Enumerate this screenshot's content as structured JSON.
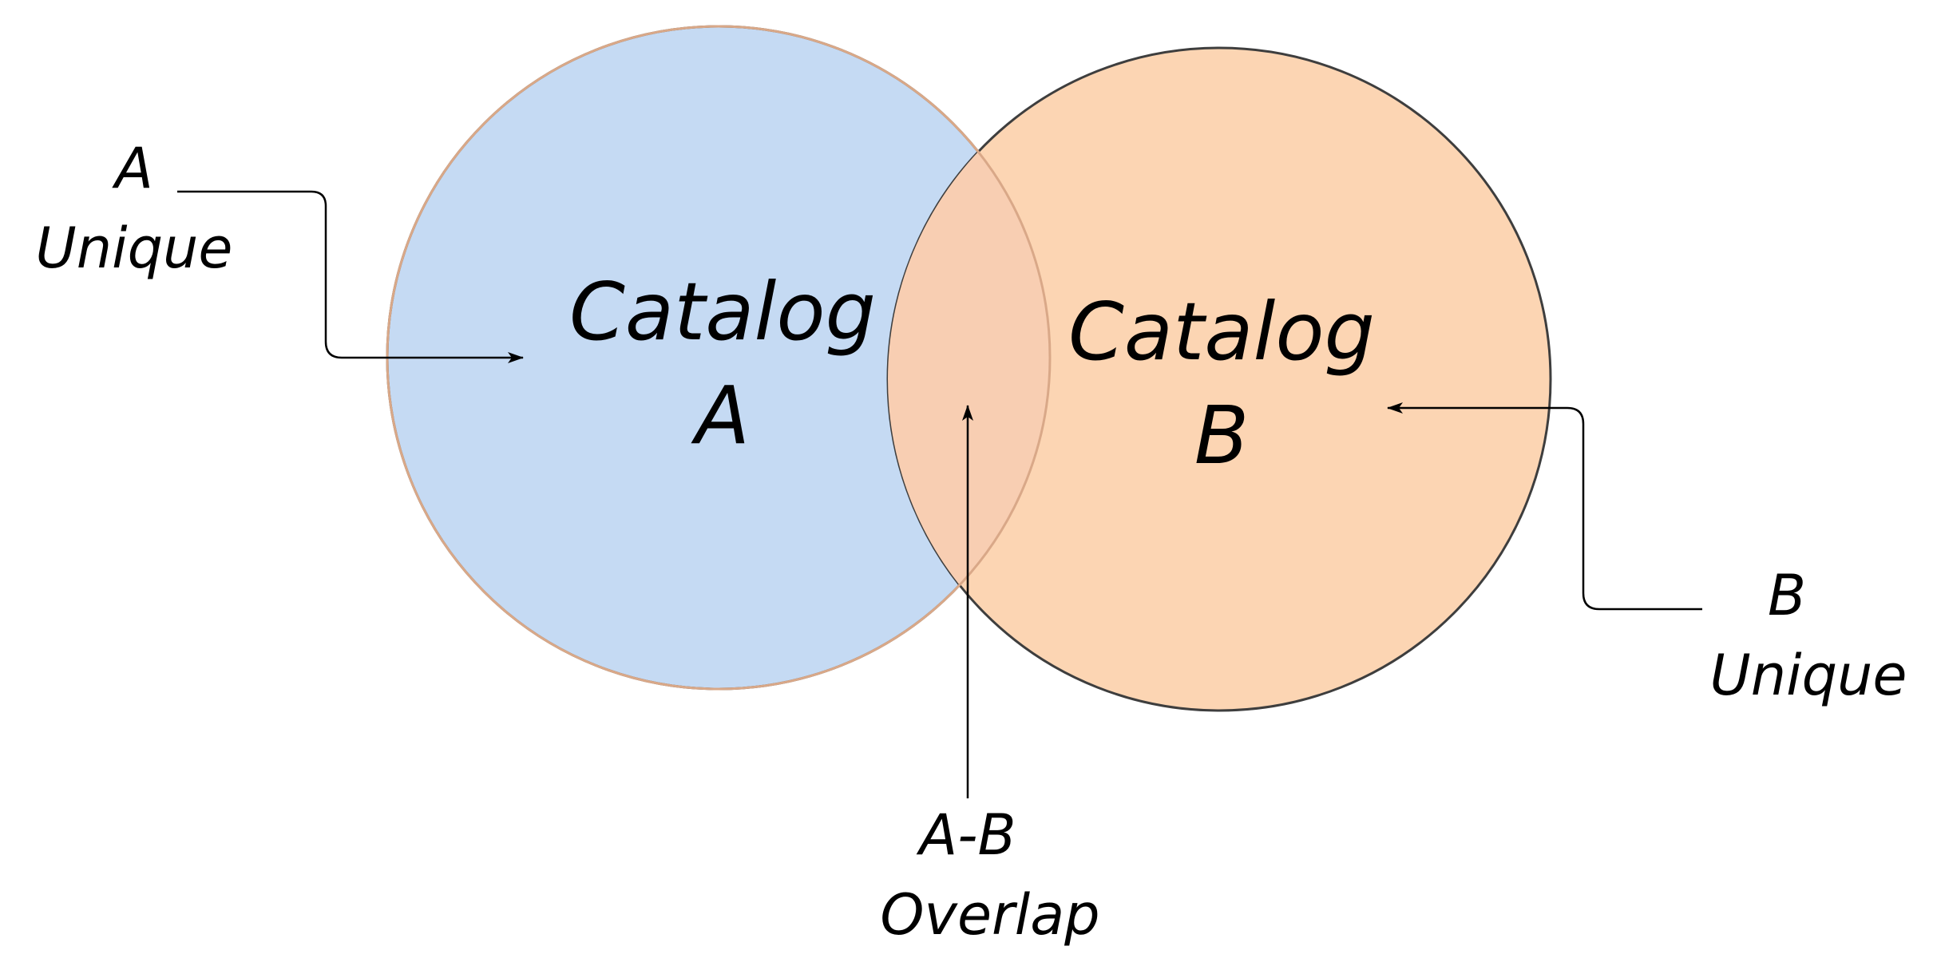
{
  "sets": [
    {
      "id": "A",
      "name_line1": "Catalog",
      "name_line2": "A",
      "fill": "#c5daf3",
      "stroke": "#4a4a4a"
    },
    {
      "id": "B",
      "name_line1": "Catalog",
      "name_line2": "B",
      "fill": "#fcd5b3",
      "stroke": "#3e3e3e"
    }
  ],
  "regions": {
    "a_unique": {
      "line1": "A",
      "line2": "Unique"
    },
    "b_unique": {
      "line1": "B",
      "line2": "Unique"
    },
    "overlap": {
      "line1": "A-B",
      "line2": "Overlap"
    }
  },
  "colors": {
    "set_a_fill": "#c5daf3",
    "set_b_fill": "#fcd5b3",
    "overlap_fill": "#f8ceb2",
    "arrow": "#000000"
  }
}
